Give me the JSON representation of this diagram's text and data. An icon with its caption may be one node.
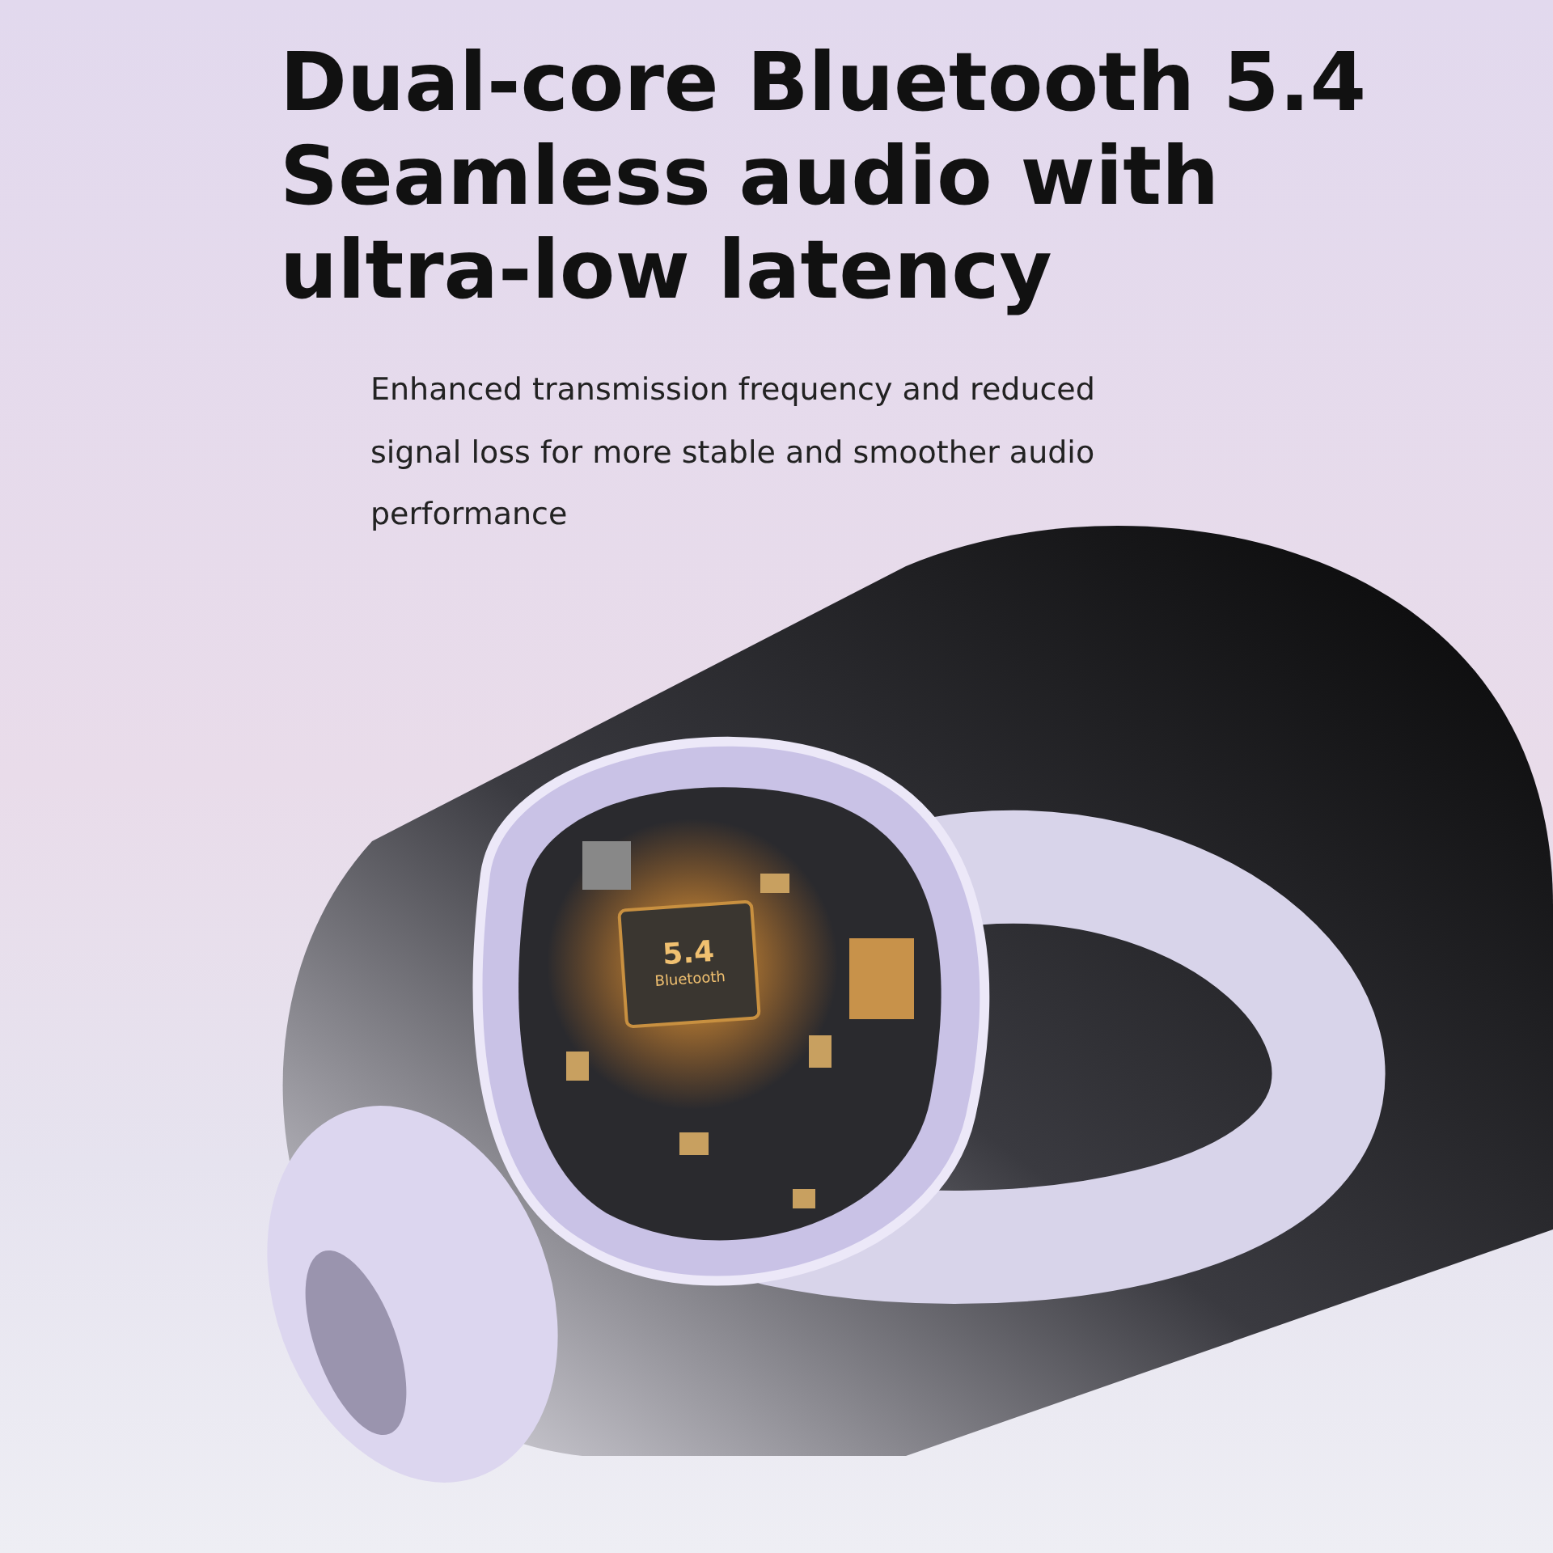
{
  "diagram": {
    "title": "Dual-core Bluetooth 5.4 Seamless audio with ultra-low latency",
    "labels": [
      "Enhanced transmission frequency and reduced signal loss for more stable and smoother audio performance",
      "5.4",
      "Bluetooth"
    ]
  }
}
